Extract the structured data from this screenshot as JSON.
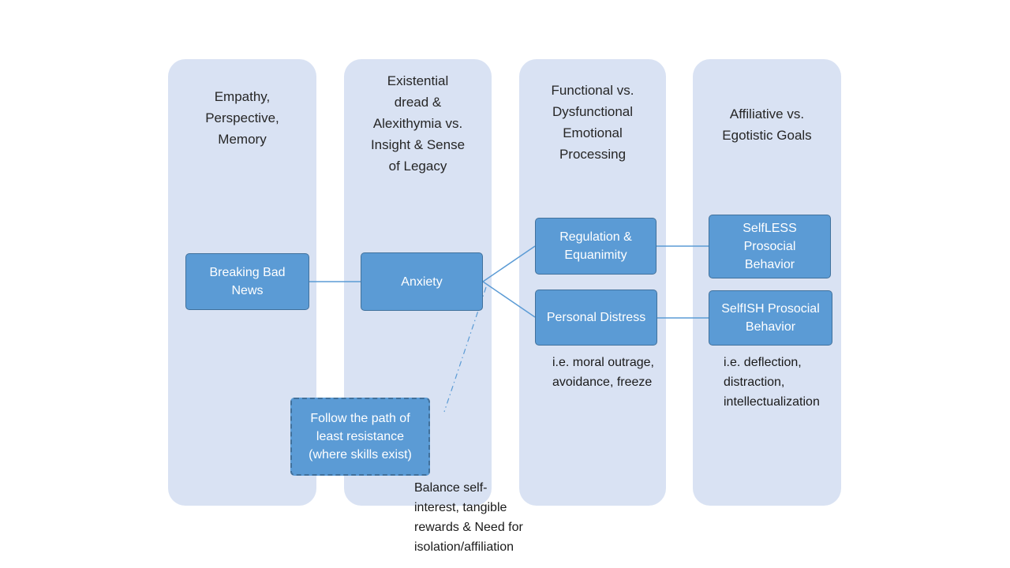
{
  "columns": [
    {
      "title": "Empathy,\nPerspective,\nMemory"
    },
    {
      "title": "Existential\ndread &\nAlexithymia vs.\nInsight & Sense\nof Legacy"
    },
    {
      "title": "Functional vs.\nDysfunctional\nEmotional\nProcessing"
    },
    {
      "title": "Affiliative vs.\nEgotistic Goals"
    }
  ],
  "nodes": {
    "breaking_bad_news": {
      "label": "Breaking Bad\nNews"
    },
    "anxiety": {
      "label": "Anxiety"
    },
    "regulation_equanimity": {
      "label": "Regulation &\nEquanimity"
    },
    "personal_distress": {
      "label": "Personal Distress"
    },
    "selfless_prosocial": {
      "label": "SelfLESS\nProsocial\nBehavior"
    },
    "selfish_prosocial": {
      "label": "SelfISH Prosocial\nBehavior"
    },
    "follow_path": {
      "label": "Follow the path of\nleast resistance\n(where skills exist)"
    }
  },
  "annotations": {
    "dysfunctional_examples": "i.e. moral outrage,\navoidance, freeze",
    "egotistic_examples": "i.e. deflection,\ndistraction,\nintellectualization",
    "balance_note": "Balance self-\ninterest, tangible\nrewards & Need for\nisolation/affiliation"
  },
  "colors": {
    "column_bg": "#d9e2f3",
    "node_fill": "#5b9bd5",
    "node_border": "#41719c",
    "node_text": "#ffffff",
    "connector": "#5b9bd5",
    "title_text": "#262626"
  }
}
